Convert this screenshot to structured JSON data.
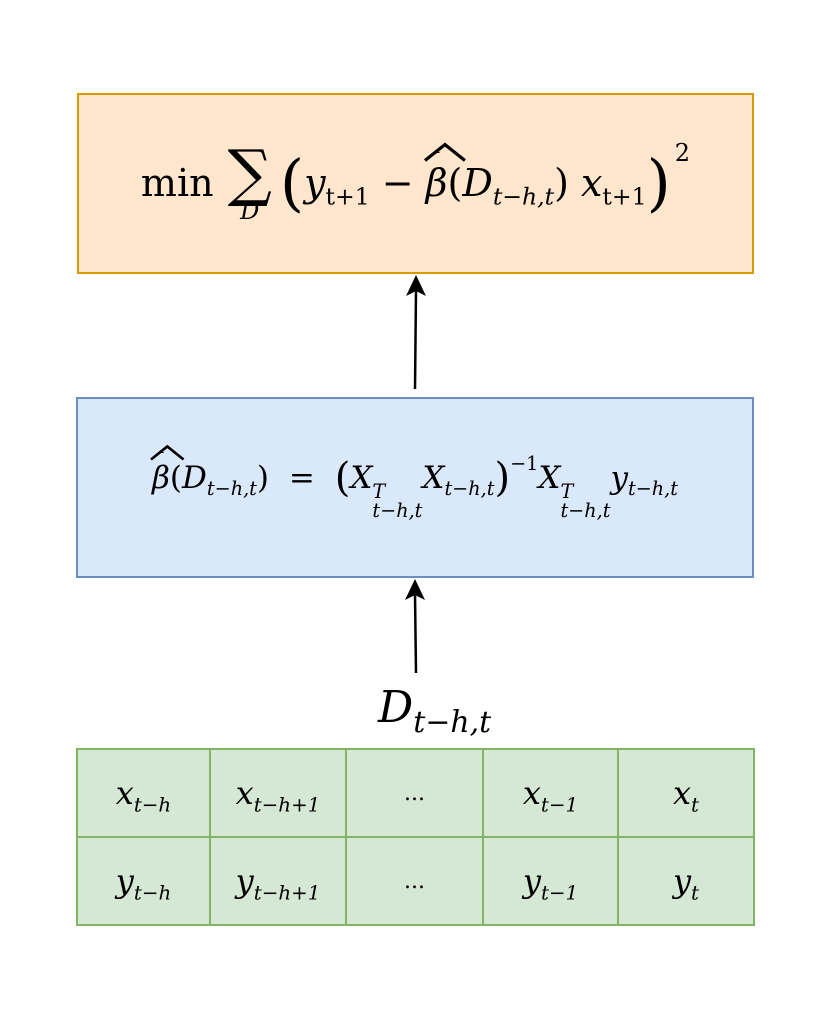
{
  "objective_box": {
    "min_label": "min",
    "sum_symbol": "∑",
    "sum_subscript": "D",
    "y": "y",
    "y_sub": "t+1",
    "minus": "−",
    "beta": "β",
    "open_paren": "(",
    "D": "D",
    "D_sub": "t−h,t",
    "close_paren": ")",
    "x": "x",
    "x_sub": "t+1",
    "exponent": "2"
  },
  "estimator_box": {
    "beta": "β",
    "D": "D",
    "D_sub": "t−h,t",
    "equals": "=",
    "X": "X",
    "T": "T",
    "sub": "t−h,t",
    "inverse": "−1",
    "y": "y"
  },
  "dataset_label": {
    "D": "D",
    "sub": "t−h,t"
  },
  "grid": {
    "x_row": [
      {
        "base": "x",
        "sub": "t−h"
      },
      {
        "base": "x",
        "sub": "t−h+1"
      },
      {
        "base": "...",
        "sub": ""
      },
      {
        "base": "x",
        "sub": "t−1"
      },
      {
        "base": "x",
        "sub": "t"
      }
    ],
    "y_row": [
      {
        "base": "y",
        "sub": "t−h"
      },
      {
        "base": "y",
        "sub": "t−h+1"
      },
      {
        "base": "...",
        "sub": ""
      },
      {
        "base": "y",
        "sub": "t−1"
      },
      {
        "base": "y",
        "sub": "t"
      }
    ]
  },
  "colors": {
    "objective_fill": "#ffe6cc",
    "objective_stroke": "#d79b00",
    "estimator_fill": "#dae8fc",
    "estimator_stroke": "#6c8ebf",
    "grid_fill": "#d5e8d4",
    "grid_stroke": "#82b366"
  }
}
